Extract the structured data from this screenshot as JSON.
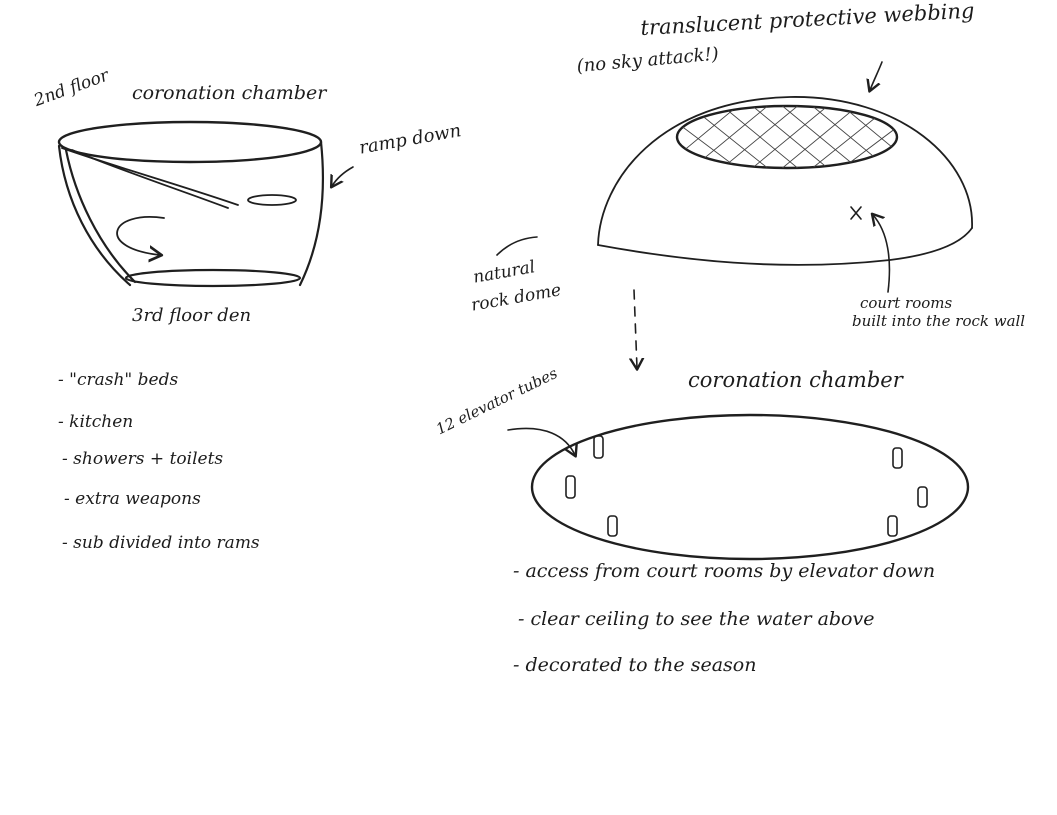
{
  "left": {
    "floor_label": "2nd floor",
    "title": "coronation chamber",
    "ramp_label": "ramp down",
    "den_label": "3rd floor den",
    "notes": [
      "- \"crash\" beds",
      "- kitchen",
      "- showers + toilets",
      "- extra weapons",
      "- sub divided into rams"
    ]
  },
  "right": {
    "webbing_label": "translucent protective webbing",
    "no_sky_label": "(no sky attack!)",
    "dome_label_line1": "natural",
    "dome_label_line2": "rock dome",
    "court_label_line1": "court rooms",
    "court_label_line2": "built into the rock wall",
    "elevator_label": "12 elevator tubes",
    "title": "coronation chamber",
    "notes": [
      "- access from court rooms by elevator down",
      "- clear ceiling to see the water above",
      "- decorated to the season"
    ]
  }
}
